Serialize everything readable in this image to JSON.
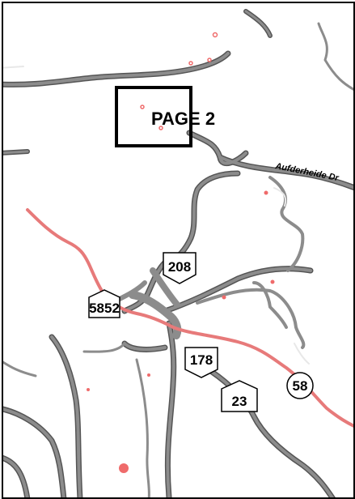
{
  "map": {
    "page_label": "PAGE 2",
    "street_label": "Aufderheide Dr",
    "colors": {
      "road": "#8c8c8c",
      "road_outline": "#555555",
      "highway": "#e77a7a",
      "point_marker": "#ef6b6b",
      "background": "#ffffff"
    },
    "shields": [
      {
        "route": "208",
        "shape": "pentagon"
      },
      {
        "route": "5852",
        "shape": "pentagon"
      },
      {
        "route": "178",
        "shape": "pentagon"
      },
      {
        "route": "23",
        "shape": "pentagon"
      },
      {
        "route": "58",
        "shape": "circle"
      }
    ]
  }
}
